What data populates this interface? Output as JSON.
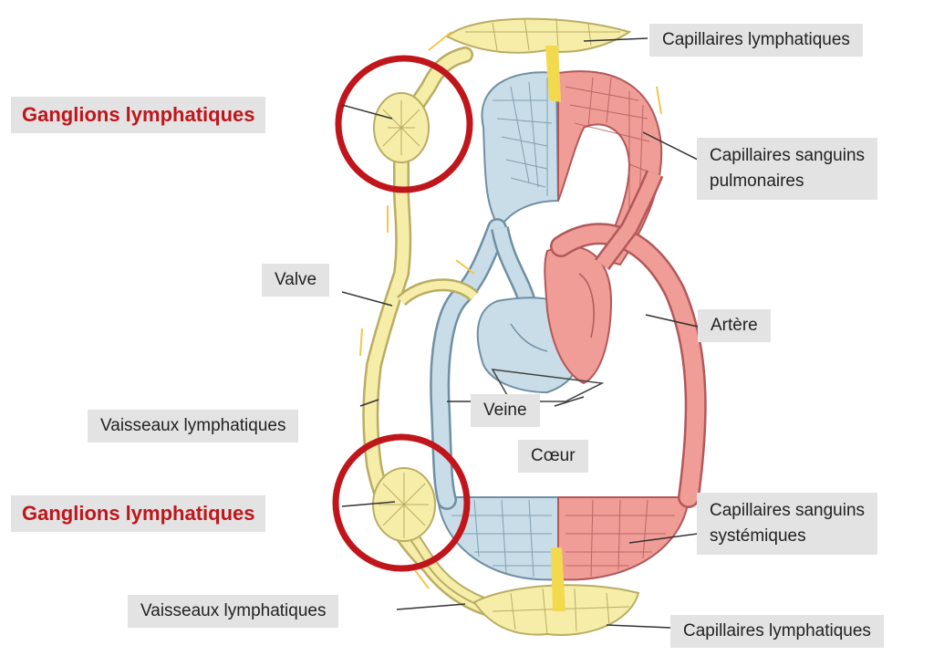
{
  "labels": {
    "capillaires_lymphatiques_top": "Capillaires lymphatiques",
    "ganglions_top": "Ganglions lymphatiques",
    "capillaires_sanguins_pulmonaires_1": "Capillaires sanguins",
    "capillaires_sanguins_pulmonaires_2": "pulmonaires",
    "valve": "Valve",
    "artere": "Artère",
    "vaisseaux_lymphatiques_mid": "Vaisseaux lymphatiques",
    "veine": "Veine",
    "coeur": "Cœur",
    "ganglions_bottom": "Ganglions lymphatiques",
    "capillaires_sanguins_systemiques_1": "Capillaires sanguins",
    "capillaires_sanguins_systemiques_2": "systémiques",
    "vaisseaux_lymphatiques_bottom": "Vaisseaux lymphatiques",
    "capillaires_lymphatiques_bottom": "Capillaires lymphatiques"
  },
  "colors": {
    "lymph": "#f6eda9",
    "lymph_stroke": "#b9ad62",
    "vein": "#c9dde8",
    "vein_stroke": "#6f8fa3",
    "artery": "#ef9d96",
    "artery_stroke": "#b2585a",
    "highlight": "#c0151b",
    "label_bg": "#e3e3e3"
  }
}
